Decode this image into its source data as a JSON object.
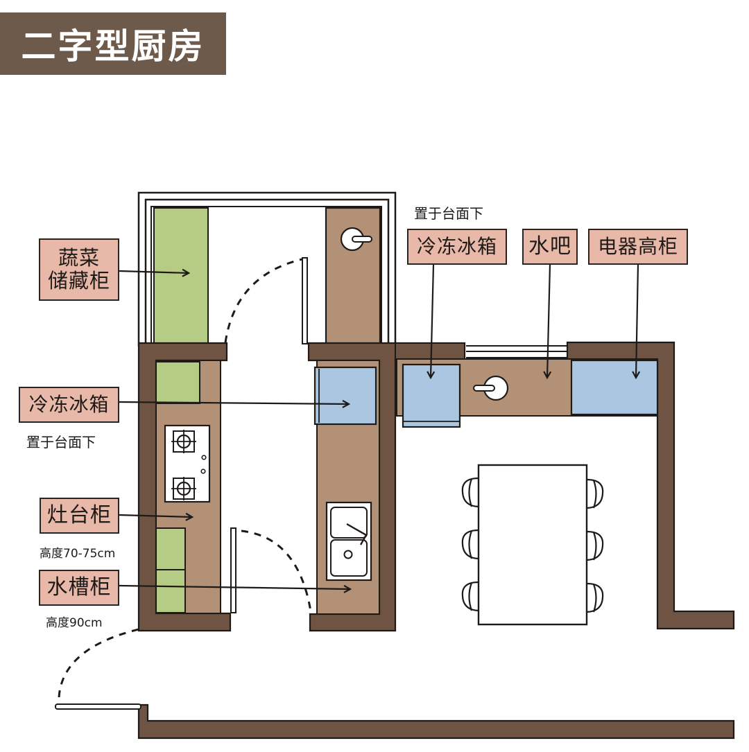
{
  "title": "二字型厨房",
  "colors": {
    "banner": "#6e5a4b",
    "wall": "#6f5444",
    "counter": "#b39177",
    "storage_green": "#b6cc84",
    "appliance_blue": "#aac6e0",
    "label_fill": "#e8b8a8",
    "ink": "#1e1a18"
  },
  "labels": {
    "veg_storage": {
      "line1": "蔬菜",
      "line2": "储藏柜"
    },
    "freezer_left": "冷冻冰箱",
    "freezer_left_note": "置于台面下",
    "stove_cabinet": "灶台柜",
    "stove_height": "高度70-75cm",
    "sink_cabinet": "水槽柜",
    "sink_height": "高度90cm",
    "freezer_right_note": "置于台面下",
    "freezer_right": "冷冻冰箱",
    "water_bar": "水吧",
    "appliance_tall": "电器高柜"
  },
  "fixtures": {
    "stove_burners": 2,
    "stove_knobs": 2,
    "sink_basins": 2,
    "dining_chairs": 6
  }
}
